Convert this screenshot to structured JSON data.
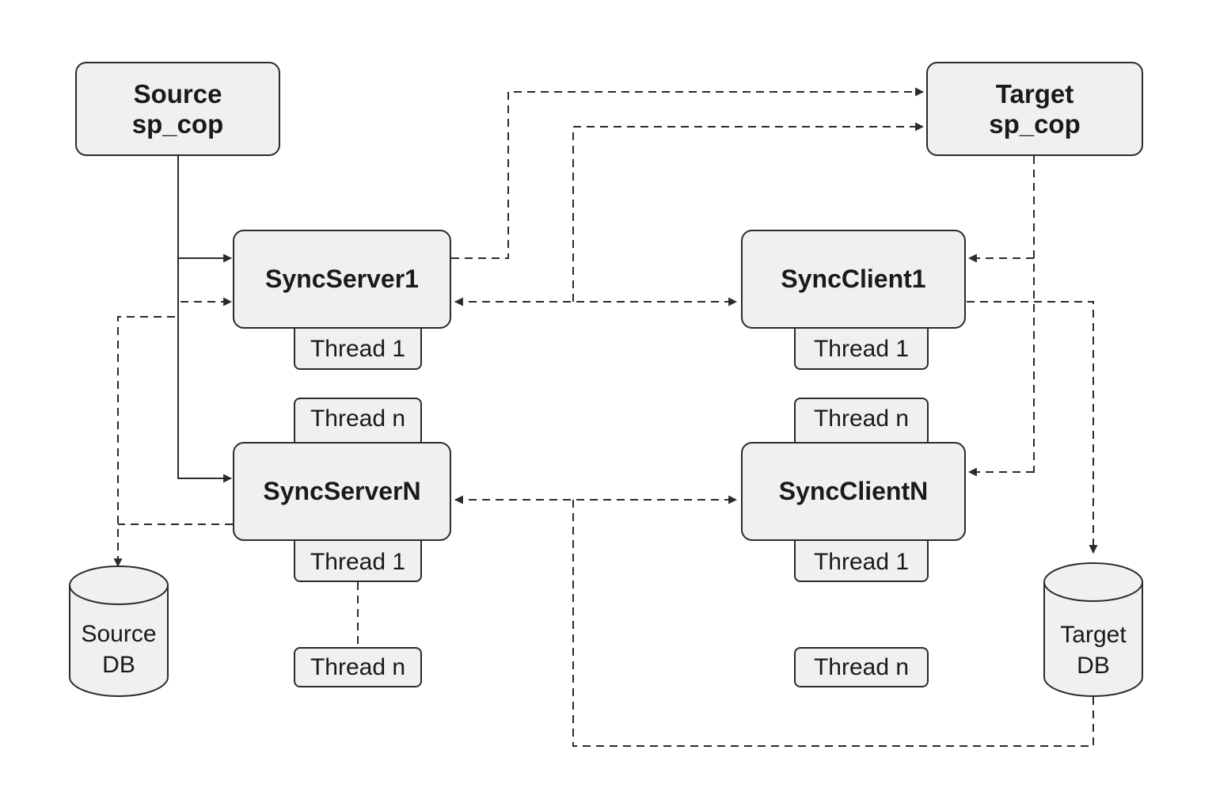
{
  "nodes": {
    "source_spcop": {
      "line1": "Source",
      "line2": "sp_cop"
    },
    "target_spcop": {
      "line1": "Target",
      "line2": "sp_cop"
    },
    "sync_server_1": "SyncServer1",
    "sync_server_n": "SyncServerN",
    "sync_client_1": "SyncClient1",
    "sync_client_n": "SyncClientN",
    "threads": {
      "server1_thread1": "Thread 1",
      "servern_thread_n_top": "Thread n",
      "servern_thread1": "Thread 1",
      "servern_thread_n_bottom": "Thread n",
      "client1_thread1": "Thread 1",
      "clientn_thread_n_top": "Thread n",
      "clientn_thread1": "Thread 1",
      "clientn_thread_n_bottom": "Thread n"
    },
    "source_db": {
      "line1": "Source",
      "line2": "DB"
    },
    "target_db": {
      "line1": "Target",
      "line2": "DB"
    }
  },
  "colors": {
    "stroke": "#2b2b2b",
    "fill": "#f0f0f0",
    "background": "#ffffff"
  }
}
